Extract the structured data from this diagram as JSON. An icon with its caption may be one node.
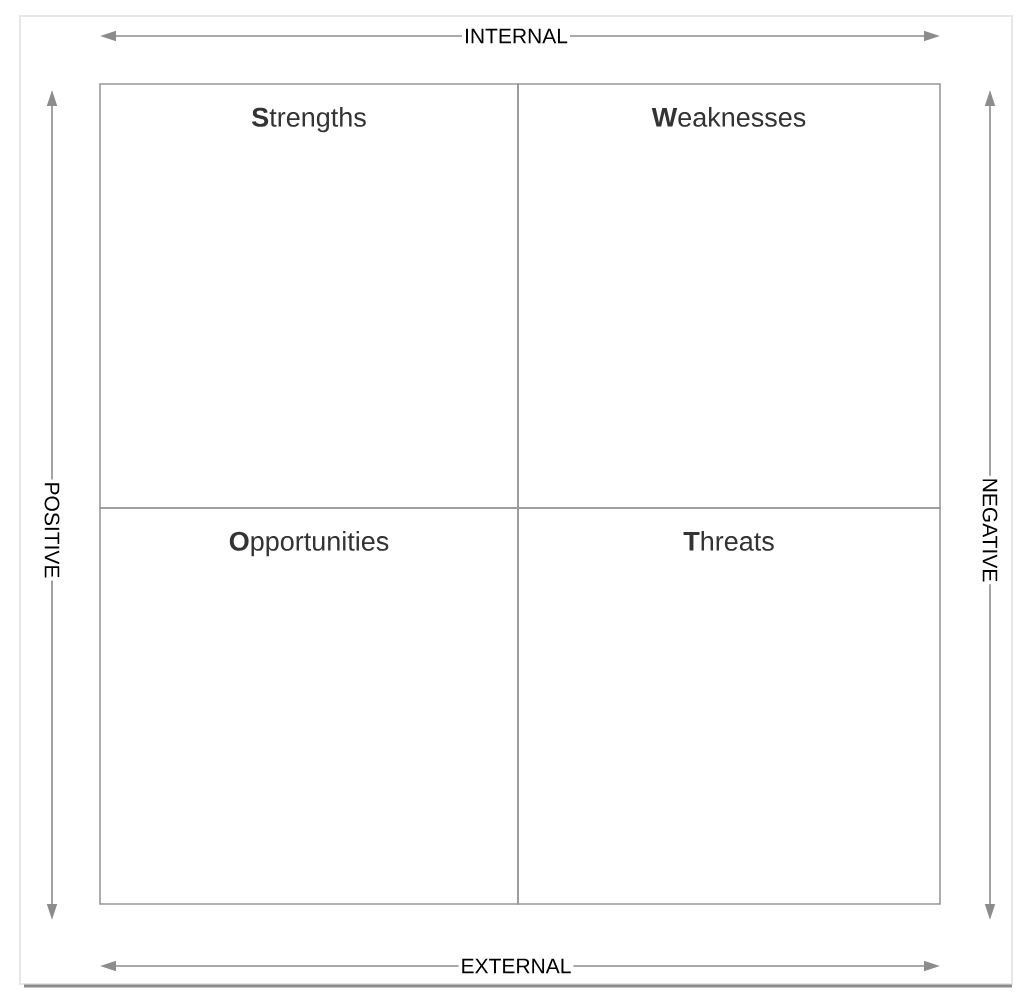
{
  "diagram": {
    "nodes": [
      {
        "text": [
          "**S**trengths"
        ]
      },
      {
        "text": [
          "**W**eaknesses"
        ]
      },
      {
        "text": [
          "**O**pportunities"
        ]
      },
      {
        "text": [
          "**T**hreats"
        ]
      }
    ],
    "labels": [
      "INTERNAL",
      "POSITIVE",
      "NEGATIVE",
      "EXTERNAL"
    ]
  }
}
